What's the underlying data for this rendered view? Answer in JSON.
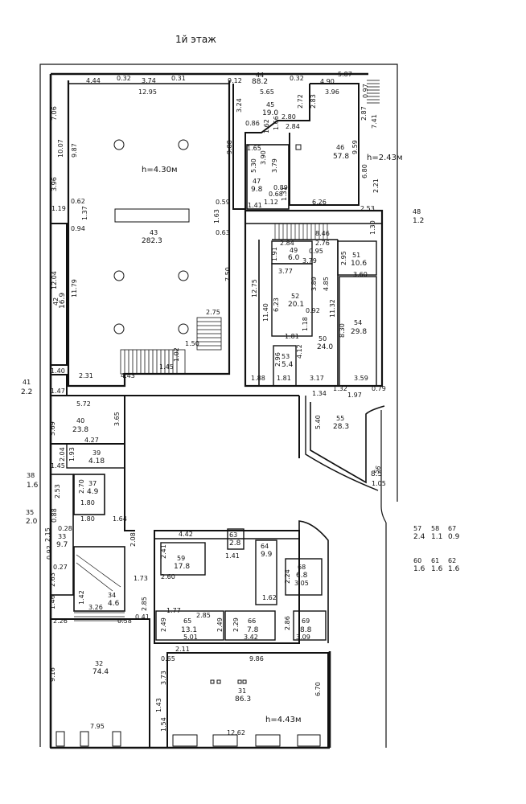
{
  "title": "1й этаж",
  "heights": {
    "h1": "h=4.30м",
    "h2": "h=2.43м",
    "h3": "h=4.43м"
  },
  "rooms": [
    {
      "n": "43",
      "a": "282.3"
    },
    {
      "n": "44",
      "a": "88.2"
    },
    {
      "n": "45",
      "a": "19.0"
    },
    {
      "n": "46",
      "a": "57.8"
    },
    {
      "n": "47",
      "a": "9.8"
    },
    {
      "n": "48",
      "a": "1.2"
    },
    {
      "n": "49",
      "a": "6.0"
    },
    {
      "n": "51",
      "a": "10.6"
    },
    {
      "n": "52",
      "a": "20.1"
    },
    {
      "n": "50",
      "a": "24.0"
    },
    {
      "n": "54",
      "a": "29.8"
    },
    {
      "n": "53",
      "a": "5.4"
    },
    {
      "n": "42",
      "a": "16.9"
    },
    {
      "n": "41",
      "a": "2.2"
    },
    {
      "n": "40",
      "a": "23.8"
    },
    {
      "n": "39",
      "a": "4.18"
    },
    {
      "n": "38",
      "a": "1.6"
    },
    {
      "n": "37",
      "a": "4.9"
    },
    {
      "n": "35",
      "a": "2.0"
    },
    {
      "n": "33",
      "a": "9.7"
    },
    {
      "n": "34",
      "a": "4.6"
    },
    {
      "n": "55",
      "a": "28.3"
    },
    {
      "n": "56",
      "a": "8.5"
    },
    {
      "n": "59",
      "a": "17.8"
    },
    {
      "n": "63",
      "a": "2.8"
    },
    {
      "n": "64",
      "a": "9.9"
    },
    {
      "n": "68",
      "a": "6.8"
    },
    {
      "n": "65",
      "a": "13.1"
    },
    {
      "n": "66",
      "a": "7.8"
    },
    {
      "n": "69",
      "a": "8.8"
    },
    {
      "n": "32",
      "a": "74.4"
    },
    {
      "n": "31",
      "a": "86.3"
    },
    {
      "n": "57",
      "a": "2.4"
    },
    {
      "n": "58",
      "a": "1.1"
    },
    {
      "n": "67",
      "a": "0.9"
    },
    {
      "n": "60",
      "a": "1.6"
    },
    {
      "n": "61",
      "a": "1.6"
    },
    {
      "n": "62",
      "a": "1.6"
    }
  ],
  "dims": {
    "d1": "4.44",
    "d2": "0.32",
    "d3": "3.74",
    "d4": "0.31",
    "d5": "9.12",
    "d6": "0.32",
    "d7": "5.87",
    "d8": "4.90",
    "d9": "12.95",
    "d10": "5.65",
    "d11": "3.96",
    "d12": "7.06",
    "d13": "10.07",
    "d14": "9.87",
    "d15": "3.96",
    "d16": "0.62",
    "d17": "1.19",
    "d18": "1.37",
    "d19": "0.94",
    "d20": "12.04",
    "d21": "11.79",
    "d22": "1.40",
    "d23": "2.31",
    "d24": "1.47",
    "d25": "5.72",
    "d26": "3.65",
    "d27": "5.69",
    "d28": "4.27",
    "d29": "1.93",
    "d30": "2.04",
    "d31": "1.45",
    "d32": "3.24",
    "d33": "0.86",
    "d34": "2.72",
    "d35": "2.83",
    "d36": "2.80",
    "d37": "1.62",
    "d38": "1.66",
    "d39": "2.84",
    "d40": "9.88",
    "d41": "1.65",
    "d42": "5.30",
    "d43": "3.90",
    "d44": "3.79",
    "d45": "0.89",
    "d46": "0.68",
    "d47": "1.31",
    "d48": "6.26",
    "d49": "1.12",
    "d50": "1.41",
    "d51": "9.59",
    "d52": "6.80",
    "d53": "2.21",
    "d54": "2.87",
    "d55": "7.41",
    "d56": "0.97",
    "d57": "2.53",
    "d58": "1.30",
    "d59": "0.59",
    "d60": "1.63",
    "d61": "0.63",
    "d62": "7.50",
    "d63": "8.46",
    "d64": "2.84",
    "d65": "2.76",
    "d66": "1.91",
    "d67": "0.95",
    "d68": "3.79",
    "d69": "3.77",
    "d70": "2.95",
    "d71": "3.60",
    "d72": "6.23",
    "d73": "3.89",
    "d74": "4.85",
    "d75": "11.32",
    "d76": "0.92",
    "d77": "1.18",
    "d78": "1.81",
    "d79": "4.12",
    "d80": "8.30",
    "d81": "2.96",
    "d82": "12.75",
    "d83": "11.40",
    "d84": "1.88",
    "d85": "1.81",
    "d86": "3.17",
    "d87": "3.59",
    "d88": "2.75",
    "d89": "1.50",
    "d90": "4.43",
    "d91": "1.45",
    "d92": "1.02",
    "d93": "1.34",
    "d94": "1.32",
    "d95": "1.97",
    "d96": "0.79",
    "d97": "5.40",
    "d98": "1.05",
    "d99": "2.53",
    "d100": "0.88",
    "d101": "2.70",
    "d102": "1.80",
    "d103": "1.80",
    "d104": "1.64",
    "d105": "2.15",
    "d106": "0.28",
    "d107": "0.92",
    "d108": "0.27",
    "d109": "2.63",
    "d110": "1.46",
    "d111": "1.42",
    "d112": "3.26",
    "d113": "2.26",
    "d114": "0.58",
    "d115": "2.41",
    "d116": "4.42",
    "d117": "2.08",
    "d118": "1.73",
    "d119": "2.60",
    "d120": "2.85",
    "d121": "1.77",
    "d122": "2.49",
    "d123": "2.85",
    "d124": "2.49",
    "d125": "5.01",
    "d126": "2.29",
    "d127": "3.42",
    "d128": "2.86",
    "d129": "3.09",
    "d130": "2.24",
    "d131": "3.05",
    "d132": "9.16",
    "d133": "0.65",
    "d134": "3.73",
    "d135": "9.86",
    "d136": "2.11",
    "d137": "6.70",
    "d138": "1.43",
    "d139": "1.54",
    "d140": "7.95",
    "d141": "12.62",
    "d142": "1.41",
    "d143": "1.62",
    "d144": "0.41"
  }
}
